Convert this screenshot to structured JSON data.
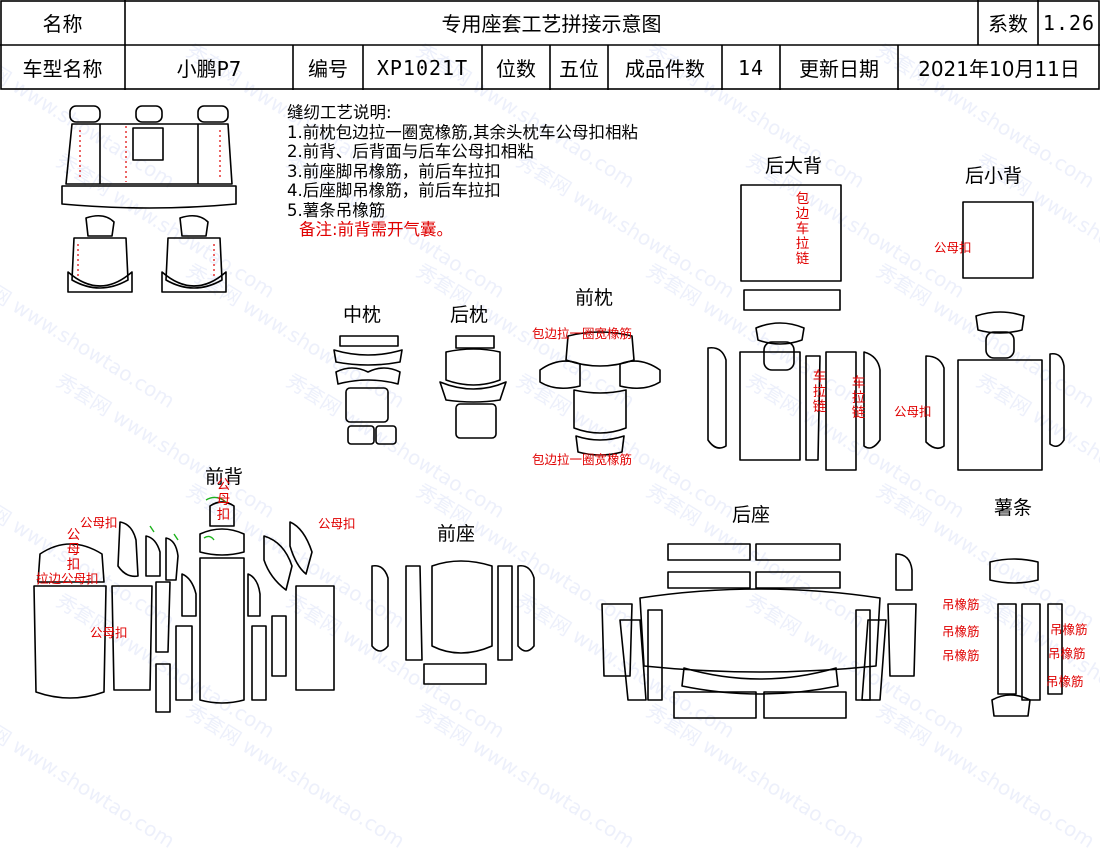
{
  "header": {
    "name_label": "名称",
    "title": "专用座套工艺拼接示意图",
    "coef_label": "系数",
    "coef_value": "1.26",
    "model_label": "车型名称",
    "model_value": "小鹏P7",
    "code_label": "编号",
    "code_value": "XP1021T",
    "seat_label": "位数",
    "seat_value": "五位",
    "pieces_label": "成品件数",
    "pieces_value": "14",
    "date_label": "更新日期",
    "date_value": "2021年10月11日"
  },
  "notes": {
    "title": "缝纫工艺说明:",
    "lines": [
      "1.前枕包边拉一圈宽橡筋,其余头枕车公母扣相粘",
      "2.前背、后背面与后车公母扣相粘",
      "3.前座脚吊橡筋，前后车拉扣",
      "4.后座脚吊橡筋，前后车拉扣",
      "5.薯条吊橡筋"
    ],
    "remark": "备注:前背需开气囊。"
  },
  "sections": {
    "mid_pillow": "中枕",
    "rear_pillow": "后枕",
    "front_pillow": "前枕",
    "rear_big_back": "后大背",
    "rear_small_back": "后小背",
    "front_back": "前背",
    "front_seat": "前座",
    "rear_seat": "后座",
    "strip": "薯条"
  },
  "annotations": {
    "edge_band": "包边拉一圈宽橡筋",
    "snap": "公母扣",
    "zip_edge": "拉边公母扣",
    "hang_band": "吊橡筋",
    "vertical_edge_zip": "包边车拉链",
    "vertical_car_zip": "车拉链",
    "vertical_snap": "公母扣"
  },
  "watermark": {
    "brand": "秀套网",
    "url": "www.showtao.com"
  }
}
